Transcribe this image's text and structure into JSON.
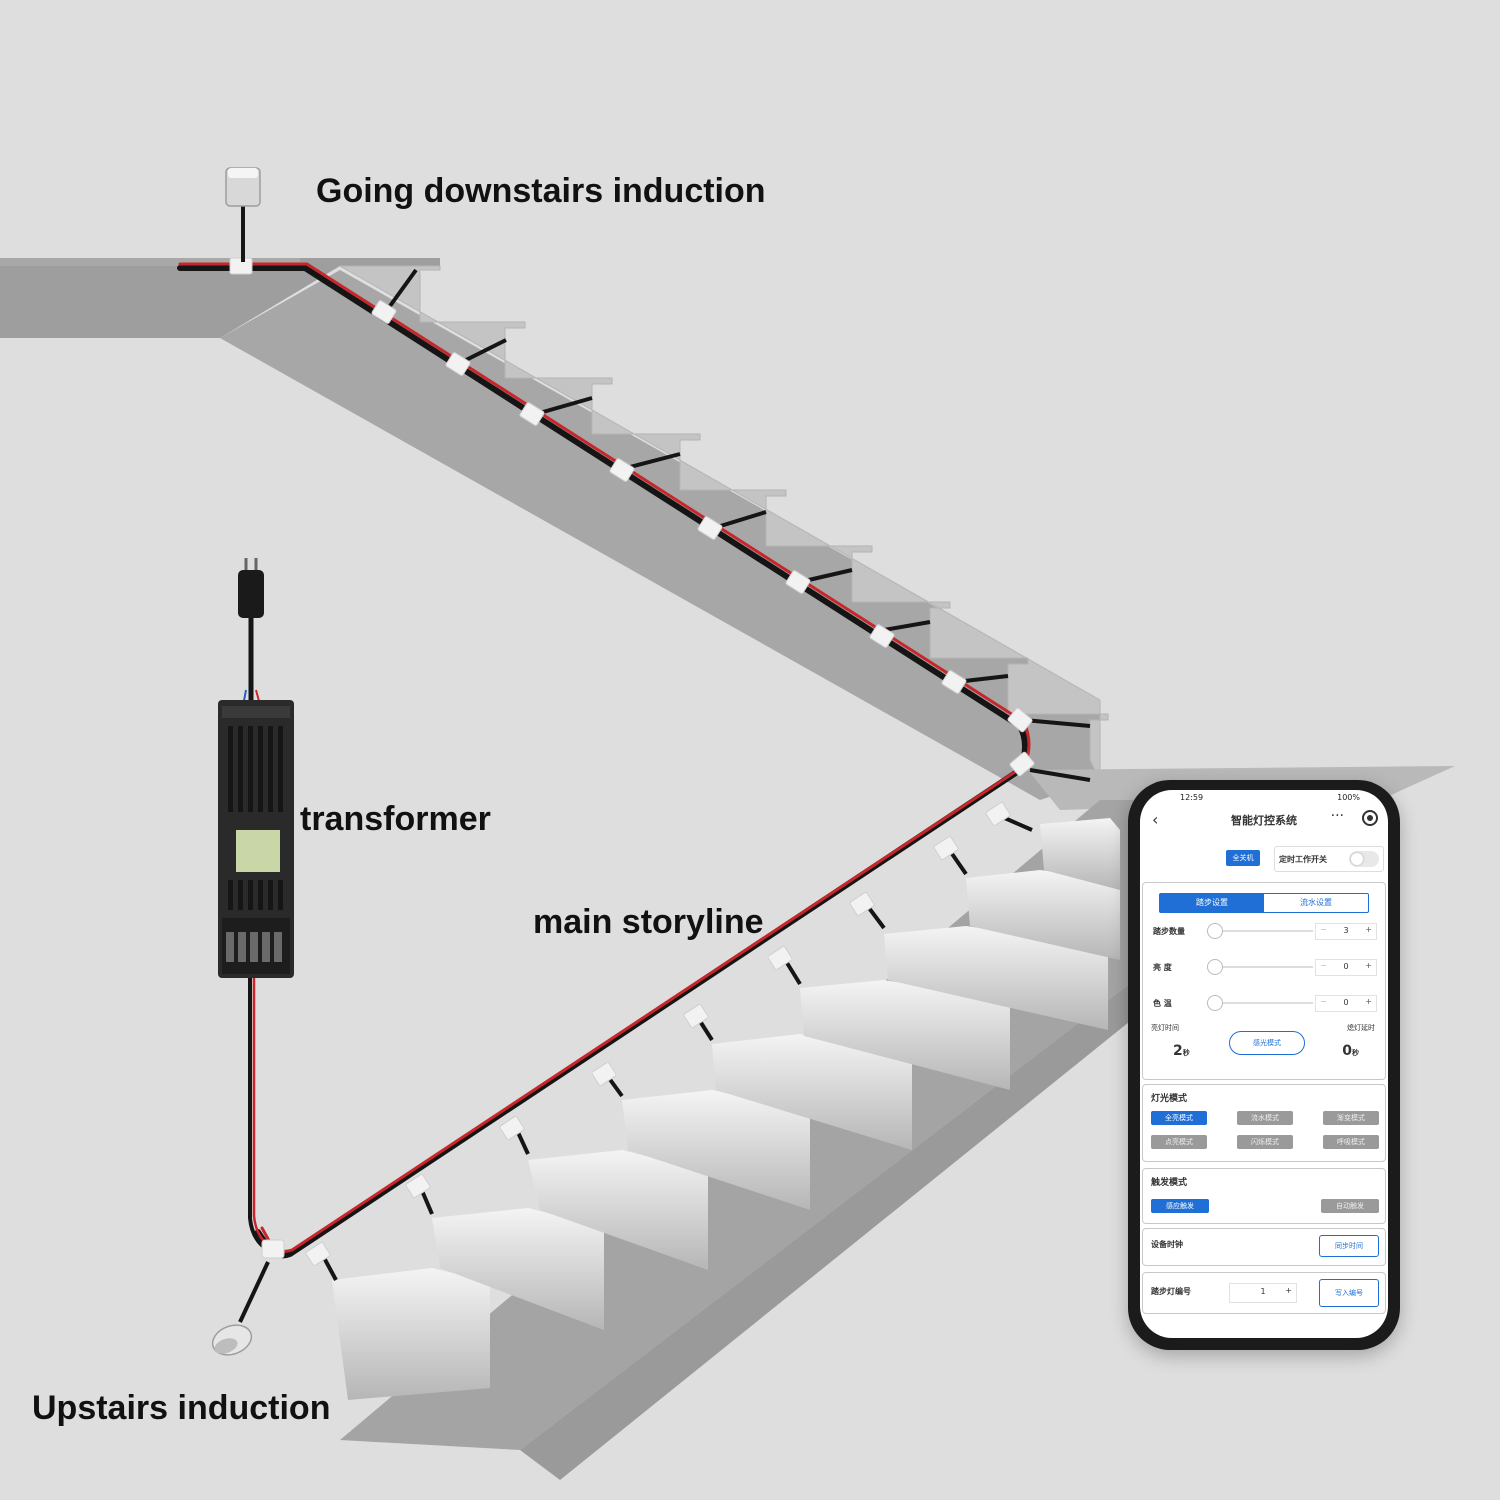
{
  "labels": {
    "top_sensor": "Going downstairs induction",
    "transformer": "transformer",
    "main_line": "main storyline",
    "bottom_sensor": "Upstairs induction"
  },
  "colors": {
    "background": "#dedede",
    "wire_red": "#c9262b",
    "wire_black": "#151515",
    "connector": "#f1f1f1",
    "accent": "#1f6fd6"
  },
  "phone": {
    "status_time": "12:59",
    "status_right": "100%",
    "title": "智能灯控系统",
    "back_icon": "chevron-left-icon",
    "off_button": "全关机",
    "timer_label": "定时工作开关",
    "tabs": [
      "踏步设置",
      "流水设置"
    ],
    "sliders": [
      {
        "label": "踏步数量",
        "value": "3"
      },
      {
        "label": "亮    度",
        "value": "0"
      },
      {
        "label": "色    温",
        "value": "0"
      }
    ],
    "light_on_label": "亮灯时间",
    "light_on_value": "2",
    "light_on_unit": "秒",
    "sense_button": "感光模式",
    "light_off_label": "熄灯延时",
    "light_off_value": "0",
    "light_off_unit": "秒",
    "light_mode_title": "灯光模式",
    "light_modes": [
      "全亮模式",
      "流水模式",
      "渐变模式",
      "点亮模式",
      "闪烁模式",
      "呼吸模式"
    ],
    "trigger_title": "触发模式",
    "trigger_modes": [
      "感应触发",
      "自动触发"
    ],
    "clock_label": "设备时钟",
    "clock_button": "同步时间",
    "step_no_label": "踏步灯编号",
    "step_no_value": "1",
    "write_button": "写入编号"
  }
}
